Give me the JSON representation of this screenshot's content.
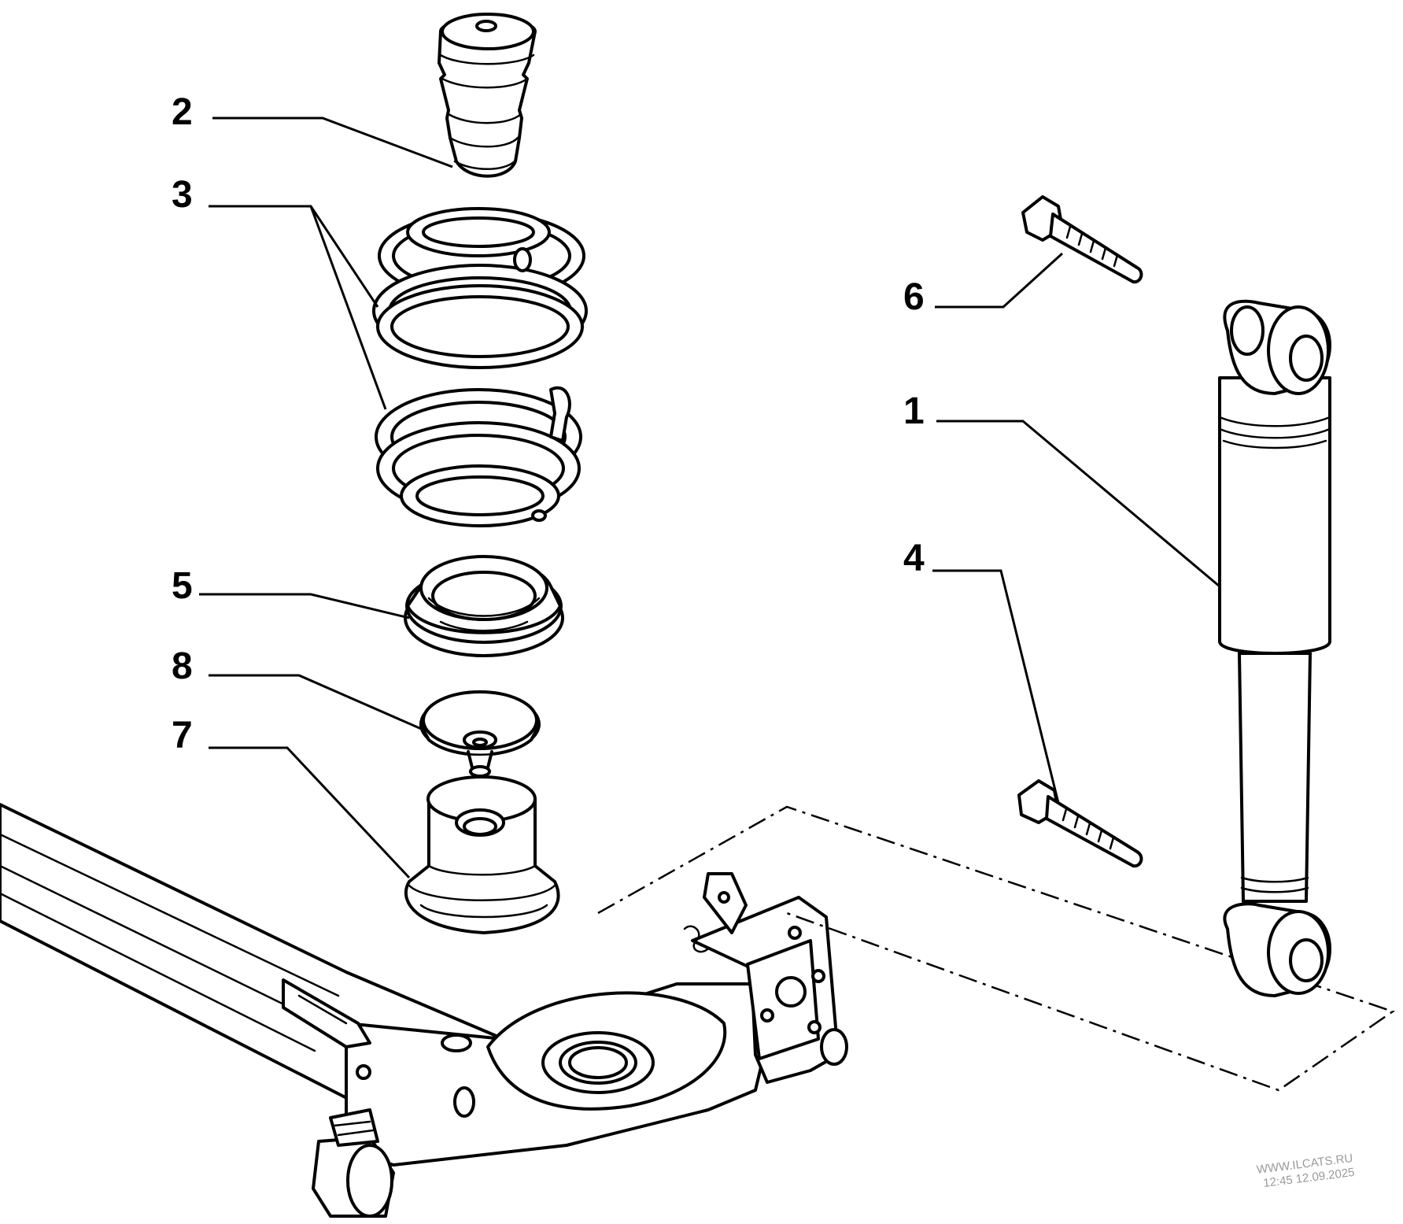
{
  "callouts": {
    "c1": "1",
    "c2": "2",
    "c3": "3",
    "c4": "4",
    "c5": "5",
    "c6": "6",
    "c7": "7",
    "c8": "8"
  },
  "watermark": {
    "site": "WWW.ILCATS.RU",
    "timestamp": "12:45 12.09.2025"
  },
  "colors": {
    "ink": "#000000",
    "paper": "#ffffff",
    "watermark": "#9a9a9a"
  }
}
